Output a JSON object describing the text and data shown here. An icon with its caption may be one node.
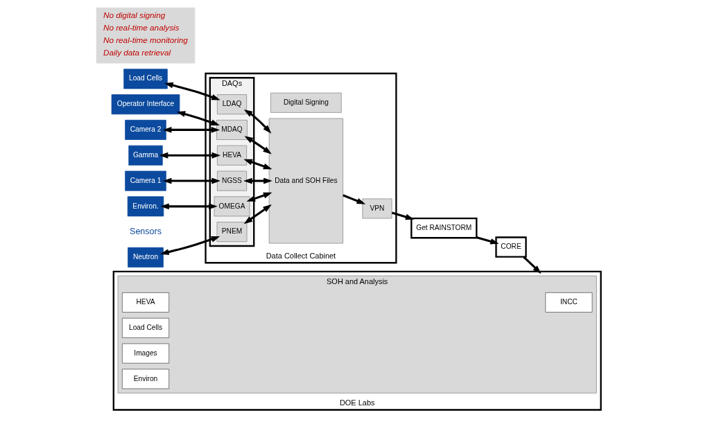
{
  "diagram": {
    "nodes": [
      {
        "text": [
          "Neutron"
        ]
      },
      {
        "text": [
          "Gamma"
        ]
      },
      {
        "text": [
          "Camera 1"
        ]
      },
      {
        "text": [
          "Environ."
        ]
      },
      {
        "text": [
          "Load Cells"
        ]
      },
      {
        "text": [
          "Operator Interface"
        ]
      },
      {
        "text": [
          "Camera 2"
        ]
      },
      {
        "text": [
          "Data Collect Cabinet"
        ]
      },
      {
        "text": [
          "DAQs"
        ],
        "in": 7
      },
      {
        "text": [
          "PNEM"
        ],
        "in": 8
      },
      {
        "text": [
          "HEVA"
        ],
        "in": 8
      },
      {
        "text": [
          "NGSS"
        ],
        "in": 8
      },
      {
        "text": [
          "OMEGA"
        ],
        "in": 8
      },
      {
        "text": [
          "LDAQ"
        ],
        "in": 8
      },
      {
        "text": [
          "MDAQ"
        ],
        "in": 8
      },
      {
        "text": [
          "Data and SOH Files"
        ],
        "in": 7
      },
      {
        "text": [
          "Digital Signing"
        ],
        "in": 7
      },
      {
        "text": [
          "VPN"
        ],
        "in": 7
      },
      {
        "text": [
          "Get RAINSTORM"
        ]
      },
      {
        "text": [
          "CORE"
        ]
      },
      {
        "text": [
          "DOE Labs"
        ]
      },
      {
        "text": [
          "SOH and Analysis"
        ],
        "in": 20
      },
      {
        "text": [
          "INCC"
        ],
        "in": 21
      },
      {
        "text": [
          "HEVA"
        ],
        "in": 21
      },
      {
        "text": [
          "Load Cells"
        ],
        "in": 21
      },
      {
        "text": [
          "Images"
        ],
        "in": 21
      },
      {
        "text": [
          "Environ"
        ],
        "in": 21
      },
      {
        "text": [
          "No digital signing",
          "No real-time analysis",
          "No real-time monitoring",
          "Daily data retrieval"
        ]
      }
    ],
    "edges": [
      {
        "from": 0,
        "to": 9,
        "arrow": "both"
      },
      {
        "from": 1,
        "to": 10,
        "arrow": "both"
      },
      {
        "from": 2,
        "to": 11,
        "arrow": "both"
      },
      {
        "from": 3,
        "to": 12,
        "arrow": "both"
      },
      {
        "from": 4,
        "to": 13,
        "arrow": "both"
      },
      {
        "from": 5,
        "to": 14,
        "arrow": "both"
      },
      {
        "from": 6,
        "to": 14,
        "arrow": "both"
      },
      {
        "from": 9,
        "to": 15,
        "arrow": "both"
      },
      {
        "from": 10,
        "to": 15,
        "arrow": "both"
      },
      {
        "from": 11,
        "to": 15,
        "arrow": "both"
      },
      {
        "from": 12,
        "to": 15,
        "arrow": "both"
      },
      {
        "from": 13,
        "to": 15,
        "arrow": "both"
      },
      {
        "from": 14,
        "to": 15,
        "arrow": "both"
      },
      {
        "from": 15,
        "to": 17,
        "arrow": "to"
      },
      {
        "from": 17,
        "to": 18,
        "arrow": "to"
      },
      {
        "from": 18,
        "to": 19,
        "arrow": "to"
      },
      {
        "from": 19,
        "to": 20,
        "arrow": "to"
      }
    ],
    "labels": [
      "Sensors"
    ]
  }
}
